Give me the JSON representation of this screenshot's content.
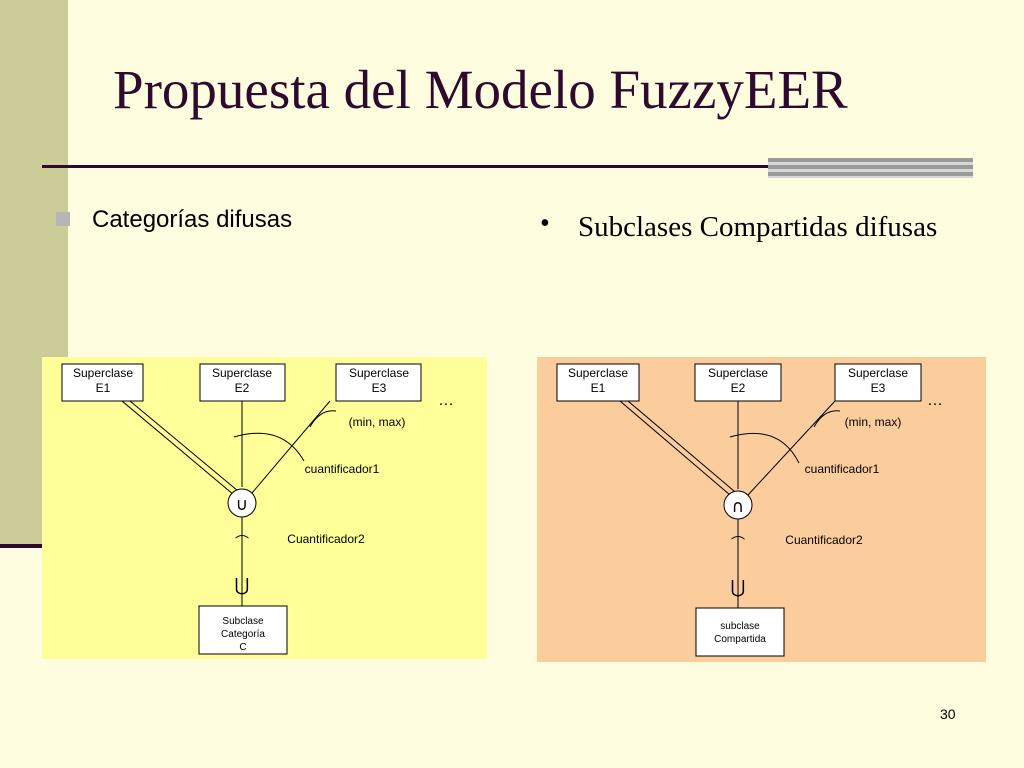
{
  "title": "Propuesta del Modelo FuzzyEER",
  "left": {
    "bullet": "Categorías difusas",
    "diagram": {
      "superclasses": [
        {
          "line1": "Superclase",
          "line2": "E1"
        },
        {
          "line1": "Superclase",
          "line2": "E2"
        },
        {
          "line1": "Superclase",
          "line2": "E3"
        }
      ],
      "ellipsis": "…",
      "minmax": "(min, max)",
      "quantifier1": "cuantificador1",
      "quantifier2": "Cuantificador2",
      "circle_symbol": "∪",
      "arc_symbol": "⌒",
      "subset_symbol": "⋃",
      "subclass": {
        "line1": "Subclase",
        "line2": "Categoría",
        "line3": "C"
      }
    }
  },
  "right": {
    "bullet_mark": "•",
    "bullet": "Subclases Compartidas difusas",
    "diagram": {
      "superclasses": [
        {
          "line1": "Superclase",
          "line2": "E1"
        },
        {
          "line1": "Superclase",
          "line2": "E2"
        },
        {
          "line1": "Superclase",
          "line2": "E3"
        }
      ],
      "ellipsis": "…",
      "minmax": "(min, max)",
      "quantifier1": "cuantificador1",
      "quantifier2": "Cuantificador2",
      "circle_symbol": "∩",
      "arc_symbol": "⌒",
      "subset_symbol": "⋃",
      "subclass": {
        "line1": "subclase",
        "line2": "Compartida"
      }
    }
  },
  "page_number": "30",
  "colors": {
    "background": "#fefde0",
    "sidebar": "#cccc99",
    "title": "#2e0a2e",
    "panel_left": "#ffff99",
    "panel_right": "#fccd9c"
  }
}
